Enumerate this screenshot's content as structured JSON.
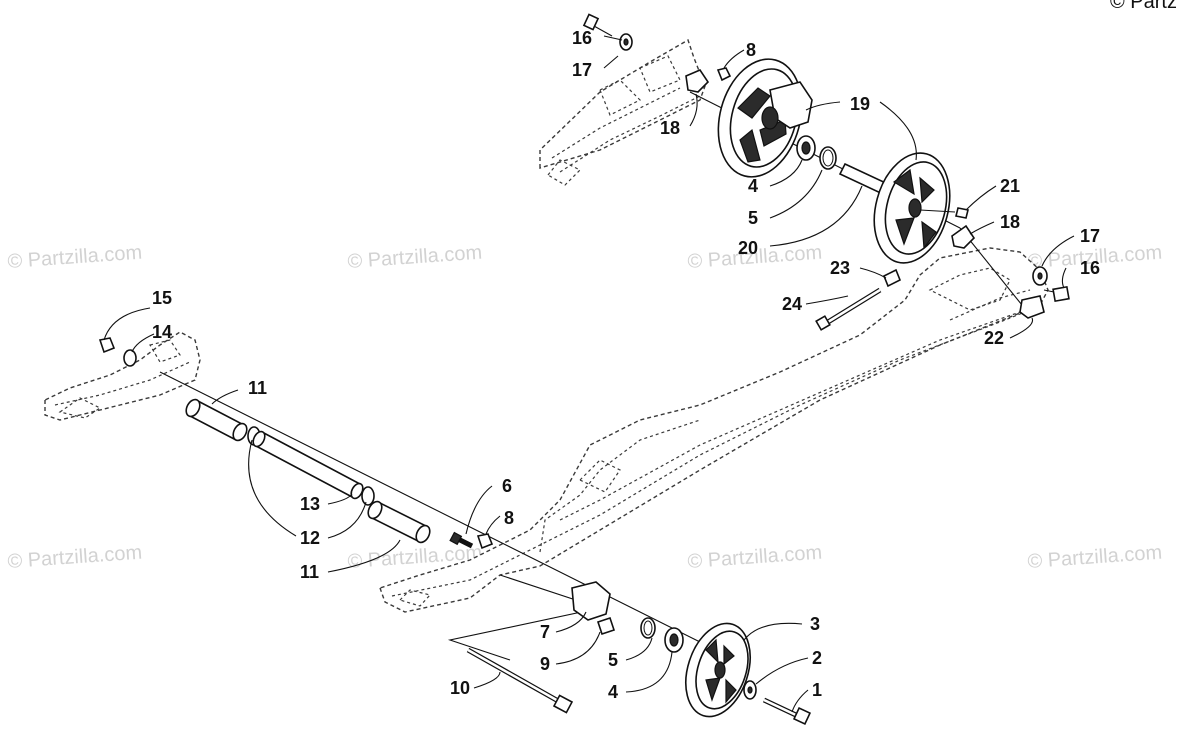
{
  "watermarks": {
    "text": "© Partzilla.com",
    "corner_text": "© Partz"
  },
  "callouts": {
    "c1": "1",
    "c2": "2",
    "c3": "3",
    "c4a": "4",
    "c4b": "4",
    "c5a": "5",
    "c5b": "5",
    "c6": "6",
    "c7": "7",
    "c8a": "8",
    "c8b": "8",
    "c9": "9",
    "c10": "10",
    "c11a": "11",
    "c11b": "11",
    "c12": "12",
    "c13": "13",
    "c14": "14",
    "c15": "15",
    "c16a": "16",
    "c16b": "16",
    "c17a": "17",
    "c17b": "17",
    "c18a": "18",
    "c18b": "18",
    "c19": "19",
    "c20": "20",
    "c21": "21",
    "c22": "22",
    "c23": "23",
    "c24": "24"
  },
  "colors": {
    "line": "#111111",
    "watermark": "#d2d2d2",
    "background": "#ffffff"
  }
}
